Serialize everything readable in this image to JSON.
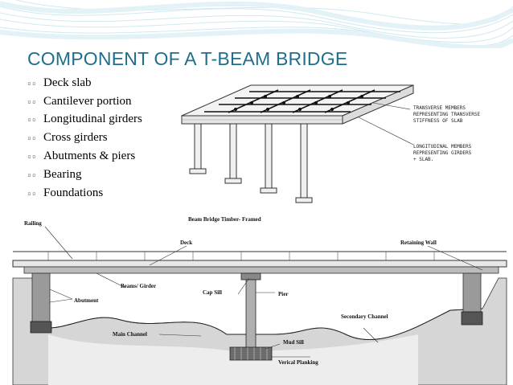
{
  "slide": {
    "title": "COMPONENT OF A T-BEAM BRIDGE",
    "bullet_marker": "▫▫",
    "bullets": [
      "Deck slab",
      "Cantilever portion",
      "Longitudinal girders",
      "Cross girders",
      "Abutments & piers",
      "Bearing",
      "Foundations"
    ]
  },
  "tbeam_figure": {
    "note_1": [
      "TRANSVERSE MEMBERS",
      "REPRESENTING TRANSVERSE",
      "STIFFNESS OF SLAB"
    ],
    "note_2": [
      "LONGITUDINAL MEMBERS",
      "REPRESENTING GIRDERS",
      "+ SLAB."
    ]
  },
  "section_figure": {
    "caption": "Beam Bridge Timber- Framed",
    "labels": {
      "railing": "Railing",
      "deck": "Deck",
      "retaining_wall": "Retaining Wall",
      "beams_girder": "Beams/ Girder",
      "abutment": "Abutment",
      "cap_sill": "Cap Sill",
      "pier": "Pier",
      "secondary_channel": "Secondary Channel",
      "mud_sill": "Mud Sill",
      "main_channel": "Main Channel",
      "vertical_planking": "Verical Planking"
    }
  },
  "colors": {
    "title": "#1f6e8c",
    "decoration": "#cde8ef"
  }
}
